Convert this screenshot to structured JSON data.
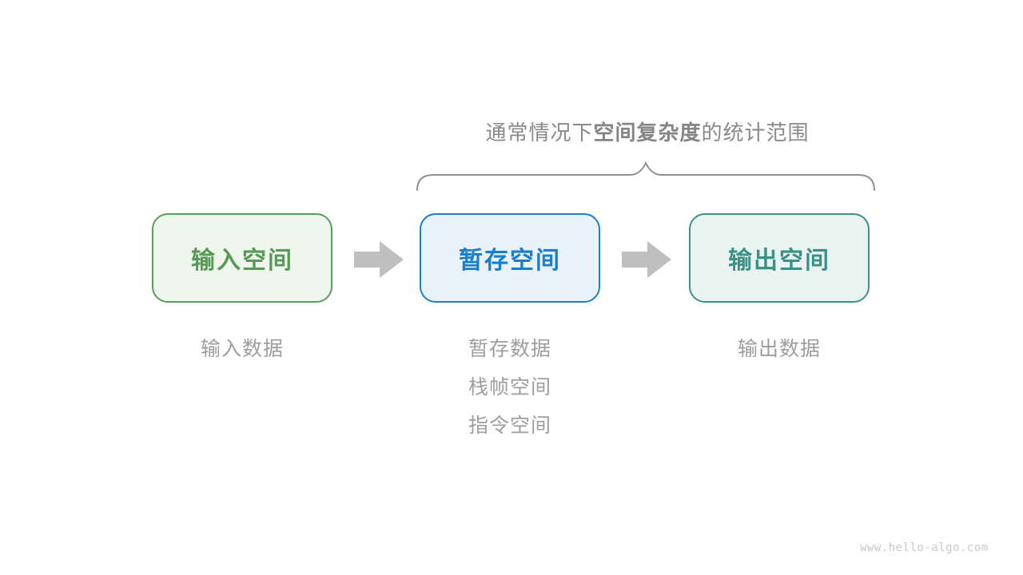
{
  "page": {
    "background": "#ffffff",
    "watermark": "www.hello-algo.com"
  },
  "title": {
    "prefix": "通常情况下",
    "bold": "空间复杂度",
    "suffix": "的统计范围",
    "color": "#8a8a8a"
  },
  "brace": {
    "color": "#909090",
    "covers": "temp-space and output-space boxes"
  },
  "boxes": [
    {
      "id": "input-space",
      "label": "输入空间",
      "text_color": "#569a56",
      "border_color": "#5b9d5b",
      "bg_color": "#eff6ee"
    },
    {
      "id": "temp-space",
      "label": "暂存空间",
      "text_color": "#1a7dcd",
      "border_color": "#1c7fd2",
      "bg_color": "#e8f2fb"
    },
    {
      "id": "output-space",
      "label": "输出空间",
      "text_color": "#3a9188",
      "border_color": "#3d9186",
      "bg_color": "#e9f4f1"
    }
  ],
  "arrows": {
    "color": "#bfbfbf",
    "count": 2,
    "direction": "right"
  },
  "captions": {
    "input": {
      "line1": "输入数据"
    },
    "temp": {
      "line1": "暂存数据",
      "line2": "栈帧空间",
      "line3": "指令空间"
    },
    "output": {
      "line1": "输出数据"
    },
    "color": "#9e9e9e"
  }
}
